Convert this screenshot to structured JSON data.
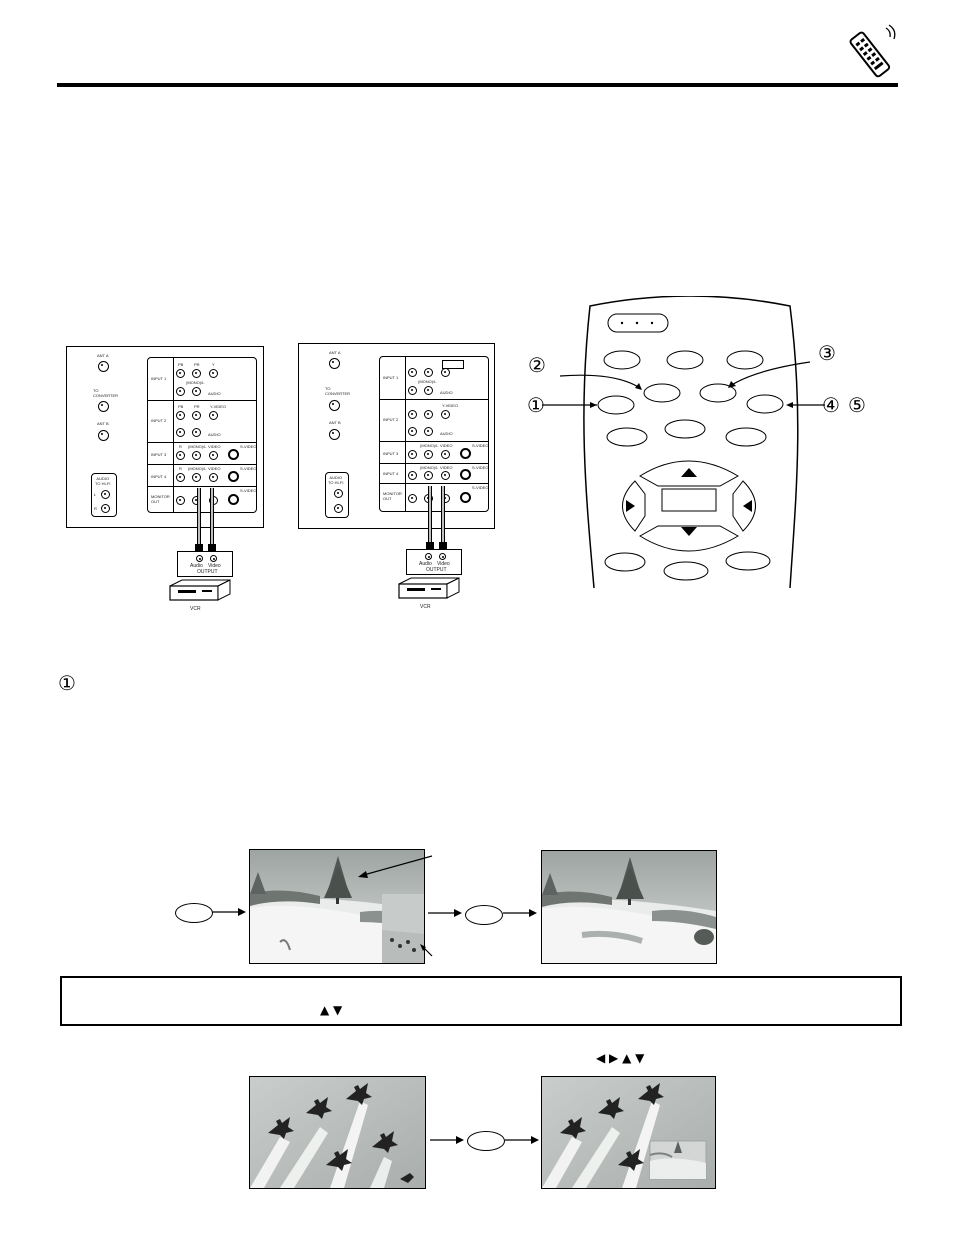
{
  "panel_left": {
    "ant_a": "ANT A",
    "to_converter": "TO\nCONVERTER",
    "ant_b": "ANT B",
    "audio_to_hifi": "AUDIO\nTO HI-FI",
    "audio_l": "L",
    "audio_r": "R",
    "input1": "INPUT 1",
    "input2": "INPUT 2",
    "input3": "INPUT 3",
    "input4": "INPUT 4",
    "monitor_out": "MONITOR\nOUT",
    "pb": "PB",
    "pr": "PR",
    "y": "Y",
    "mono_l": "(MONO)/L",
    "audio": "AUDIO",
    "yvideo": "Y-VIDEO",
    "r": "R",
    "video": "VIDEO",
    "svideo": "S-VIDEO"
  },
  "panel_right": {
    "ant_a": "ANT A",
    "to_converter": "TO\nCONVERTER",
    "ant_b": "ANT B",
    "audio_to_hifi": "AUDIO\nTO HI-FI",
    "input1": "INPUT 1",
    "input2": "INPUT 2",
    "input3": "INPUT 3",
    "input4": "INPUT 4",
    "monitor_out": "MONITOR\nOUT",
    "mono_l": "(MONO)/L",
    "audio": "AUDIO",
    "yvideo": "Y-VIDEO",
    "video": "VIDEO",
    "svideo": "S-VIDEO"
  },
  "vcr_left": {
    "audio": "Audio",
    "video": "Video",
    "output": "OUTPUT",
    "label": "VCR"
  },
  "vcr_right": {
    "audio": "Audio",
    "video": "Video",
    "output": "OUTPUT",
    "label": "VCR"
  },
  "callouts": {
    "c1": "①",
    "c2": "②",
    "c3": "③",
    "c4": "④",
    "c5": "⑤"
  },
  "step_marker": "①",
  "arrows": {
    "updown": "▲ ▼",
    "all": "◀ ▶ ▲ ▼"
  },
  "colors": {
    "ink": "#000000",
    "paper": "#ffffff",
    "screen": "#d4d8d4"
  }
}
